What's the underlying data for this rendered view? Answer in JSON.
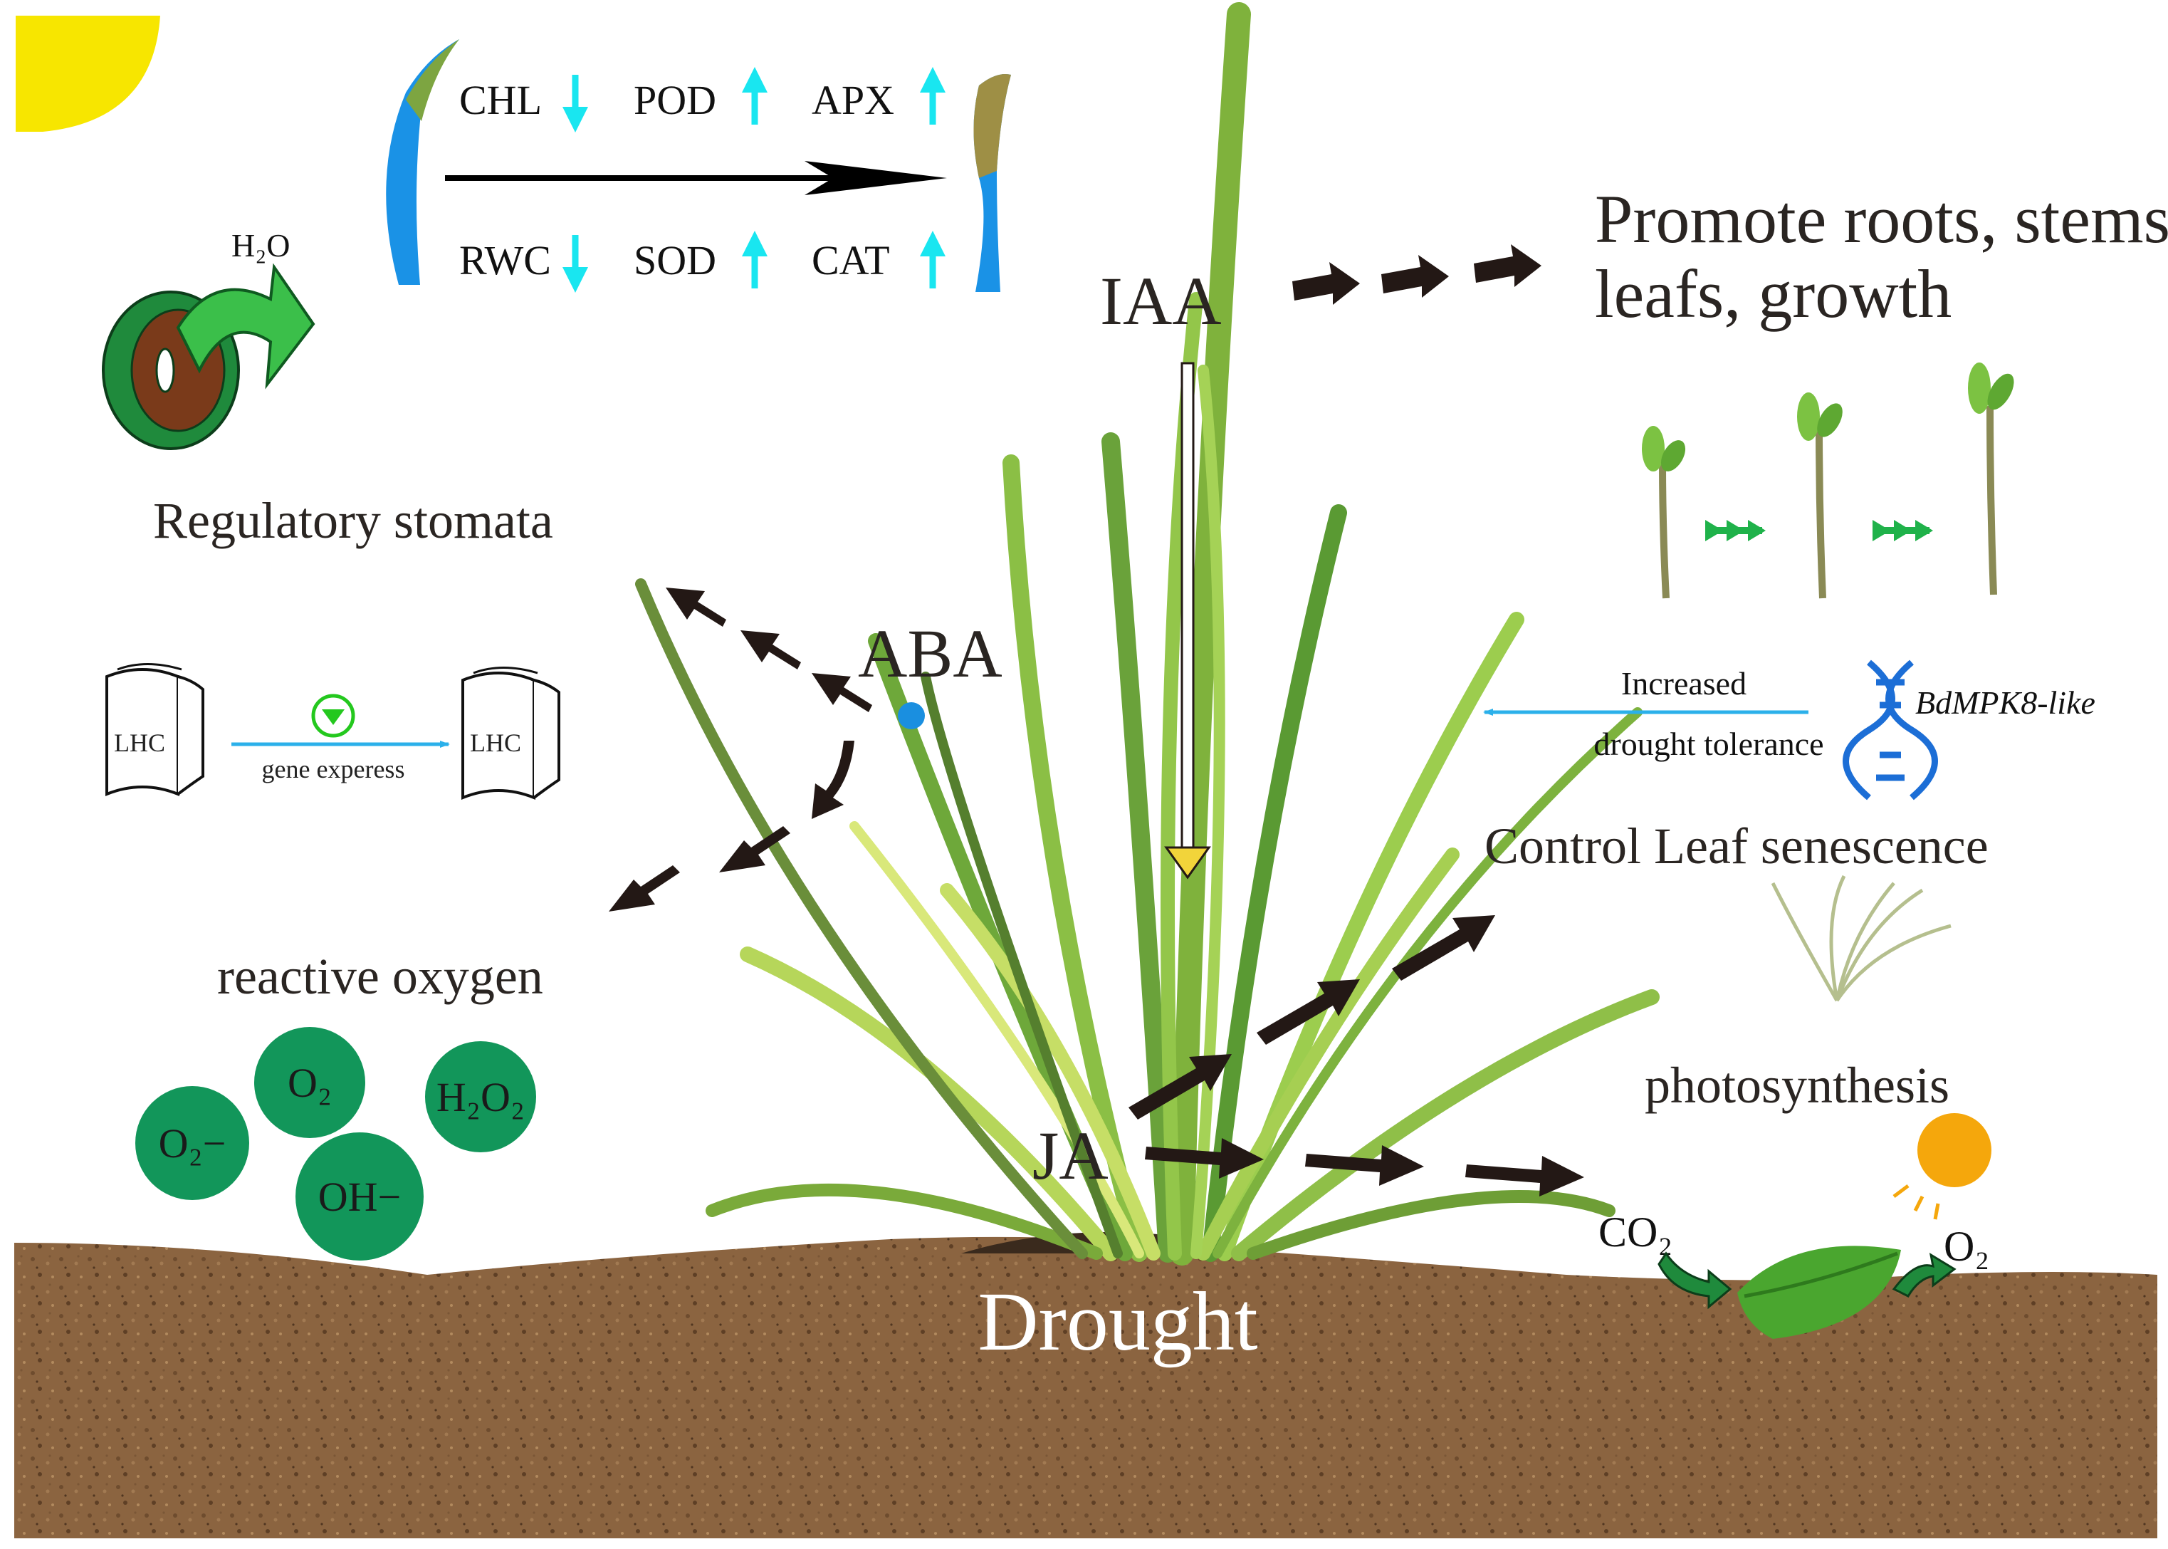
{
  "enzymes": {
    "chl": "CHL",
    "pod": "POD",
    "apx": "APX",
    "rwc": "RWC",
    "sod": "SOD",
    "cat": "CAT"
  },
  "water_label": "H₂O",
  "stomata_label": "Regulatory stomata",
  "lhc": {
    "box_label": "LHC",
    "arrow_label": "gene experess"
  },
  "aba_label": "ABA",
  "iaa_label": "IAA",
  "ja_label": "JA",
  "growth_text": {
    "line1": "Promote roots, stems,",
    "line2": "leafs, growth"
  },
  "gene": {
    "name": "BdMPK8-like",
    "effect_line1": "Increased",
    "effect_line2": "drought tolerance"
  },
  "senescence_label": "Control Leaf senescence",
  "photosynthesis": {
    "label": "photosynthesis",
    "input": "CO₂",
    "output": "O₂"
  },
  "ros": {
    "label": "reactive oxygen",
    "molecules": [
      "O₂",
      "H₂O₂",
      "O₂−",
      "OH−"
    ]
  },
  "ground_label": "Drought",
  "colors": {
    "arrow_dark": "#231815",
    "cyan_arrow": "#19e6f0",
    "blue_line": "#2bb0ea",
    "green_circle": "#12965a",
    "soil": "#8a6440",
    "sun": "#f7e600",
    "small_sun": "#f5a70c"
  }
}
